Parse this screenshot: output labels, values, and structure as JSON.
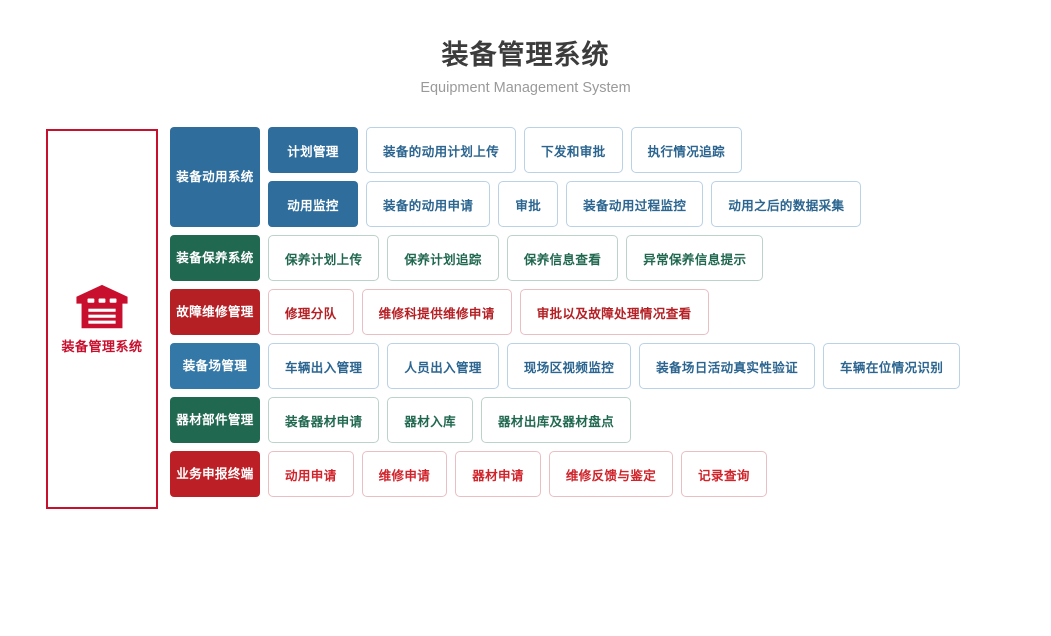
{
  "header": {
    "title": "装备管理系统",
    "subtitle": "Equipment Management System"
  },
  "left_panel": {
    "icon": "warehouse-icon",
    "label": "装备管理系统",
    "border_color": "#c8102e",
    "icon_color": "#c8102e"
  },
  "colors": {
    "blue": "#2e6d9c",
    "blue_light": "#3478a8",
    "green": "#216850",
    "red": "#b52025",
    "red_dark": "#bc2026",
    "leaf_blue_border": "#b9d2e6",
    "leaf_green_border": "#bcd3ca",
    "leaf_red_border": "#eabfc3",
    "title_color": "#3c3c3c",
    "subtitle_color": "#9a9a9a"
  },
  "bands": [
    {
      "category": "装备动用系统",
      "theme": "blue",
      "rows": [
        {
          "subcategory": "计划管理",
          "items": [
            "装备的动用计划上传",
            "下发和审批",
            "执行情况追踪"
          ]
        },
        {
          "subcategory": "动用监控",
          "items": [
            "装备的动用申请",
            "审批",
            "装备动用过程监控",
            "动用之后的数据采集"
          ]
        }
      ]
    },
    {
      "category": "装备保养系统",
      "theme": "green",
      "rows": [
        {
          "subcategory": null,
          "items": [
            "保养计划上传",
            "保养计划追踪",
            "保养信息查看",
            "异常保养信息提示"
          ]
        }
      ]
    },
    {
      "category": "故障维修管理",
      "theme": "red",
      "rows": [
        {
          "subcategory": null,
          "items": [
            "修理分队",
            "维修科提供维修申请",
            "审批以及故障处理情况查看"
          ]
        }
      ]
    },
    {
      "category": "装备场管理",
      "theme": "bluelight",
      "rows": [
        {
          "subcategory": null,
          "items": [
            "车辆出入管理",
            "人员出入管理",
            "现场区视频监控",
            "装备场日活动真实性验证",
            "车辆在位情况识别"
          ]
        }
      ]
    },
    {
      "category": "器材部件管理",
      "theme": "green",
      "rows": [
        {
          "subcategory": null,
          "items": [
            "装备器材申请",
            "器材入库",
            "器材出库及器材盘点"
          ]
        }
      ]
    },
    {
      "category": "业务申报终端",
      "theme": "reddark",
      "rows": [
        {
          "subcategory": null,
          "items": [
            "动用申请",
            "维修申请",
            "器材申请",
            "维修反馈与鉴定",
            "记录查询"
          ]
        }
      ]
    }
  ]
}
